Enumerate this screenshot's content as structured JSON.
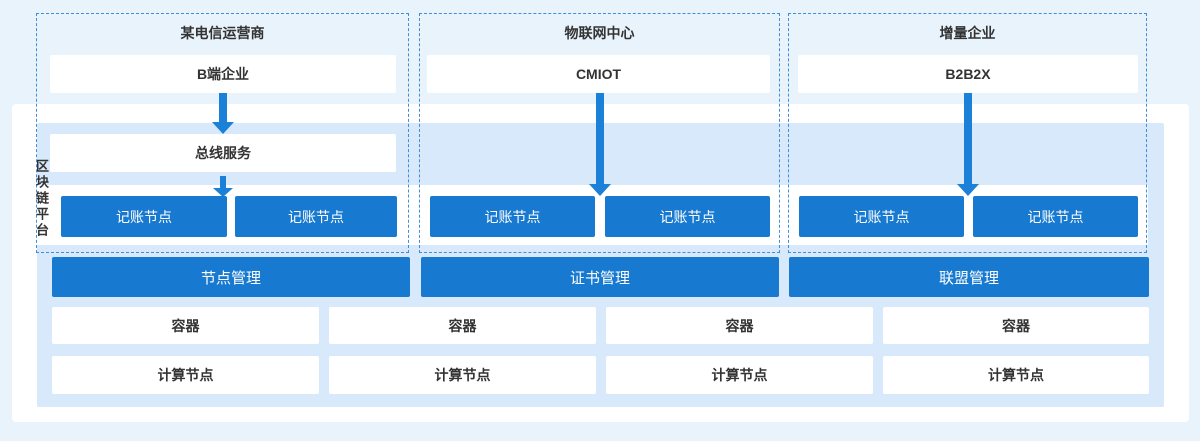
{
  "platform": {
    "label": "区块链平台"
  },
  "columns": [
    {
      "header": "某电信运营商",
      "system": "B端企业",
      "bus_service": "总线服务",
      "ledger_nodes": [
        "记账节点",
        "记账节点"
      ]
    },
    {
      "header": "物联网中心",
      "system": "CMIOT",
      "ledger_nodes": [
        "记账节点",
        "记账节点"
      ]
    },
    {
      "header": "增量企业",
      "system": "B2B2X",
      "ledger_nodes": [
        "记账节点",
        "记账节点"
      ]
    }
  ],
  "management": [
    "节点管理",
    "证书管理",
    "联盟管理"
  ],
  "infrastructure": {
    "containers": [
      "容器",
      "容器",
      "容器",
      "容器"
    ],
    "compute_nodes": [
      "计算节点",
      "计算节点",
      "计算节点",
      "计算节点"
    ]
  },
  "colors": {
    "page_bg": "#e9f3fc",
    "panel_bg": "#ffffff",
    "platform_bg": "#d7e9fa",
    "primary_blue": "#1779d0",
    "arrow_blue": "#1b80d8",
    "dashed_border": "#3f8edb",
    "text_dark": "#333333",
    "text_light": "#ffffff"
  }
}
